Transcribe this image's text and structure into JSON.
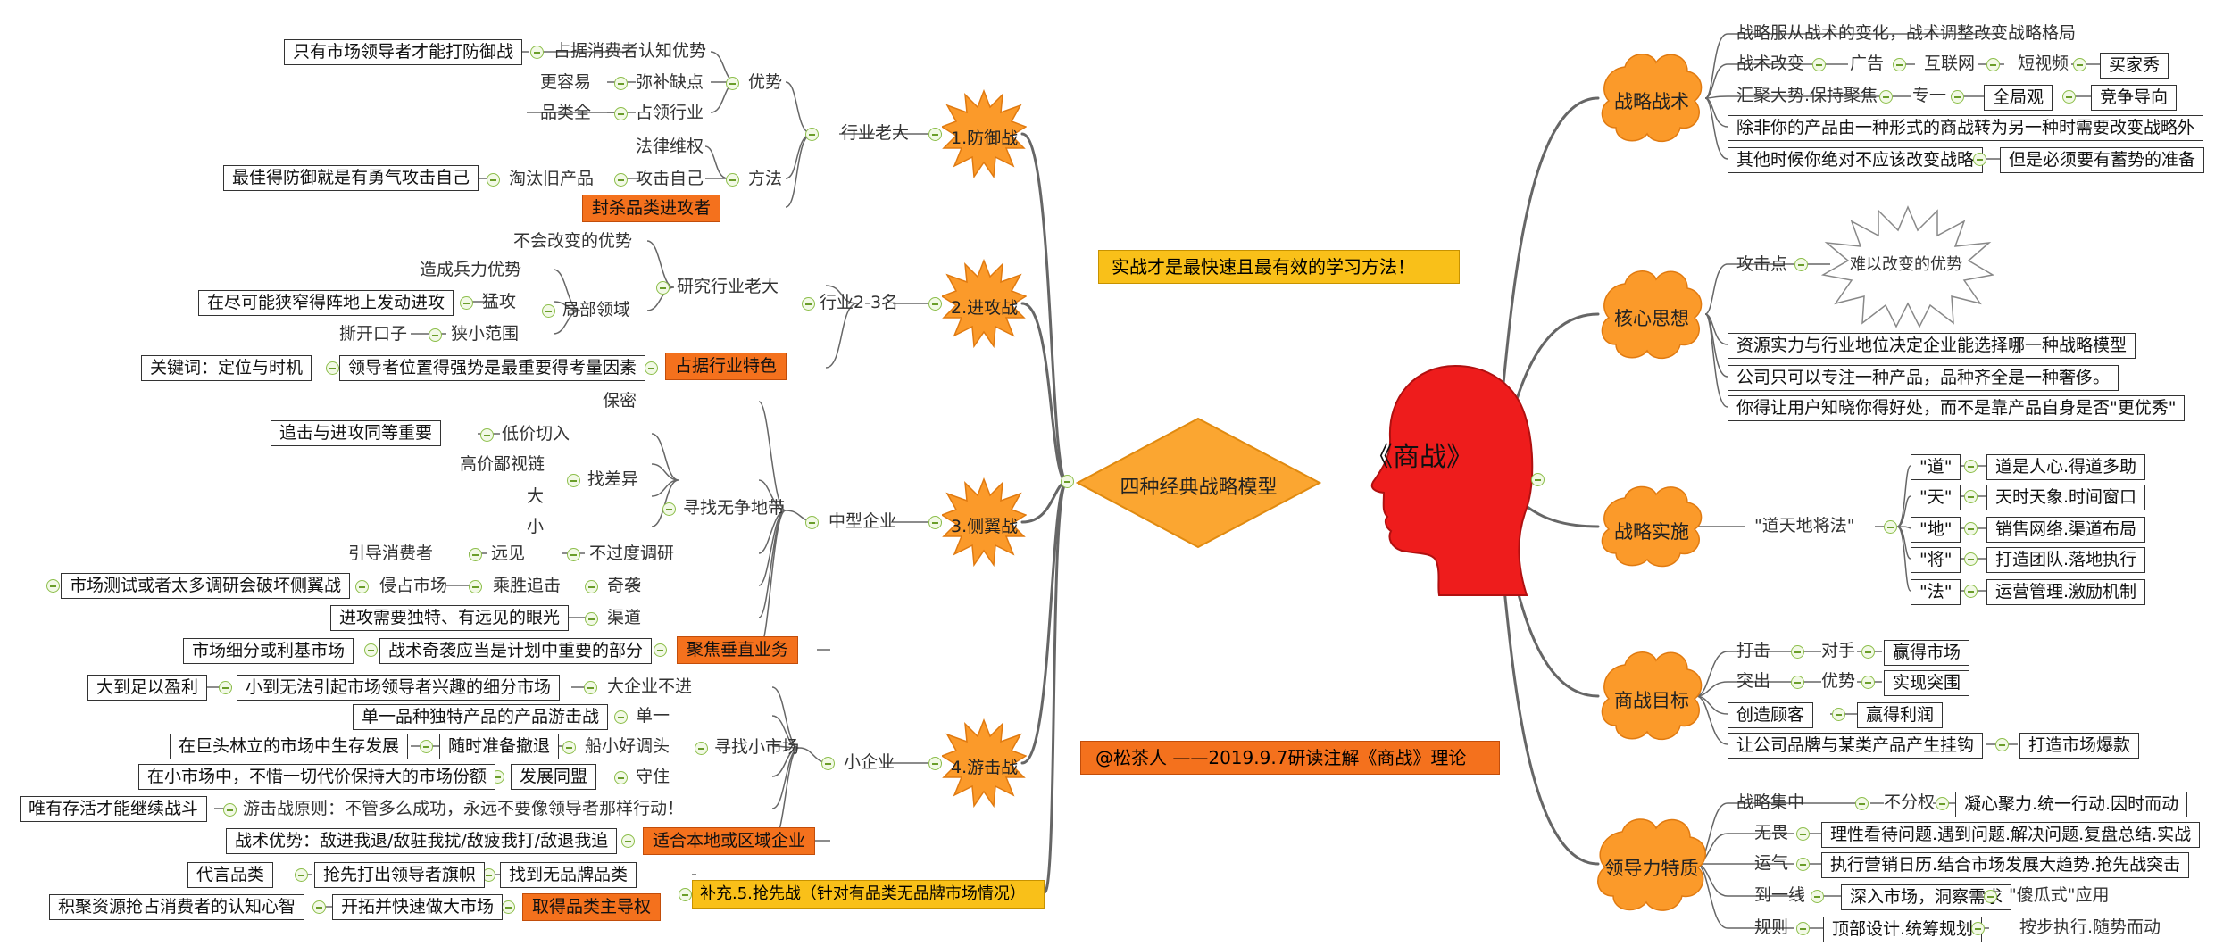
{
  "center": {
    "title": "《商战》"
  },
  "hub": {
    "label": "四种经典战略模型"
  },
  "notes": {
    "yellow": "实战才是最快速且最有效的学习方法！",
    "orange": "@松茶人 ——2019.9.7研读注解《商战》理论"
  },
  "right": {
    "strategy": {
      "title": "战略战术",
      "r1": "战略服从战术的变化，战术调整改变战略格局",
      "r2a": "战术改变",
      "r2b": "广告",
      "r2c": "互联网",
      "r2d": "短视频",
      "r2e": "买家秀",
      "r3a": "汇聚大势.保持聚焦",
      "r3b": "专一",
      "r3c": "全局观",
      "r3d": "竞争导向",
      "r4": "除非你的产品由一种形式的商战转为另一种时需要改变战略外",
      "r5a": "其他时候你绝对不应该改变战略",
      "r5b": "但是必须要有蓄势的准备"
    },
    "core": {
      "title": "核心思想",
      "attack": "攻击点",
      "star": "难以改变的优势",
      "c1": "资源实力与行业地位决定企业能选择哪一种战略模型",
      "c2": "公司只可以专注一种产品，品种齐全是一种奢侈。",
      "c3": "你得让用户知晓你得好处，而不是靠产品自身是否\"更优秀\""
    },
    "impl": {
      "title": "战略实施",
      "mid": "\"道天地将法\"",
      "k1": "\"道\"",
      "v1": "道是人心.得道多助",
      "k2": "\"天\"",
      "v2": "天时天象.时间窗口",
      "k3": "\"地\"",
      "v3": "销售网络.渠道布局",
      "k4": "\"将\"",
      "v4": "打造团队.落地执行",
      "k5": "\"法\"",
      "v5": "运营管理.激励机制"
    },
    "goal": {
      "title": "商战目标",
      "g1a": "打击",
      "g1b": "对手",
      "g1c": "赢得市场",
      "g2a": "突出",
      "g2b": "优势",
      "g2c": "实现突围",
      "g3a": "创造顾客",
      "g3b": "赢得利润",
      "g4a": "让公司品牌与某类产品产生挂钩",
      "g4b": "打造市场爆款"
    },
    "lead": {
      "title": "领导力特质",
      "l1a": "战略集中",
      "l1b": "不分权",
      "l1c": "凝心聚力.统一行动.因时而动",
      "l2a": "无畏",
      "l2b": "理性看待问题.遇到问题.解决问题.复盘总结.实战",
      "l3a": "运气",
      "l3b": "执行营销日历.结合市场发展大趋势.抢先战突击",
      "l4a": "到一线",
      "l4b": "深入市场，洞察需求",
      "l4c": "\"傻瓜式\"应用",
      "l5a": "规则",
      "l5b": "顶部设计.统筹规划",
      "l5c": "按步执行.随势而动"
    }
  },
  "left": {
    "defense": {
      "title": "1.防御战",
      "mid": "行业老大",
      "adv": "优势",
      "a1": "占据消费者认知优势",
      "a1b": "只有市场领导者才能打防御战",
      "a2": "弥补缺点",
      "a2b": "更容易",
      "a3": "占领行业",
      "a3b": "品类全",
      "method": "方法",
      "m1": "法律维权",
      "m2": "攻击自己",
      "m2b": "淘汰旧产品",
      "m2c": "最佳得防御就是有勇气攻击自己",
      "hl": "封杀品类进攻者"
    },
    "offense": {
      "title": "2.进攻战",
      "mid": "行业2-3名",
      "study": "研究行业老大",
      "s1": "不会改变的优势",
      "local": "局部领域",
      "s2": "造成兵力优势",
      "s3": "猛攻",
      "s3b": "在尽可能狭窄得阵地上发动进攻",
      "s4": "狭小范围",
      "s4b": "撕开口子",
      "hl": "占据行业特色",
      "h1": "领导者位置得强势是最重要得考量因素",
      "h2": "关键词：定位与时机"
    },
    "flank": {
      "title": "3.侧翼战",
      "mid": "中型企业",
      "find": "寻找无争地带",
      "secret": "保密",
      "diff": "找差异",
      "d1": "低价切入",
      "d1b": "追击与进攻同等重要",
      "d2": "高价鄙视链",
      "d3": "大",
      "d4": "小",
      "noover": "不过度调研",
      "lead": "远见",
      "leadb": "引导消费者",
      "surprise": "奇袭",
      "chase": "乘胜追击",
      "occupy": "侵占市场",
      "test": "市场测试或者太多调研会破坏侧翼战",
      "channel": "渠道",
      "channelb": "进攻需要独特、有远见的眼光",
      "hl": "聚焦垂直业务",
      "h1": "战术奇袭应当是计划中重要的部分",
      "h2": "市场细分或利基市场"
    },
    "guerrilla": {
      "title": "4.游击战",
      "mid": "小企业",
      "small": "寻找小市场",
      "big": "大企业不进",
      "bigb": "小到无法引起市场领导者兴趣的细分市场",
      "bigc": "大到足以盈利",
      "single": "单一",
      "singleb": "单一品种独特产品的产品游击战",
      "boat": "船小好调头",
      "boatb": "随时准备撤退",
      "boatc": "在巨头林立的市场中生存发展",
      "keep": "守住",
      "keepb": "发展同盟",
      "keepc": "在小市场中，不惜一切代价保持大的市场份额",
      "rule": "游击战原则：不管多么成功，永远不要像领导者那样行动！",
      "ruleb": "唯有存活才能继续战斗",
      "hl": "适合本地或区域企业",
      "h1": "战术优势：敌进我退/敌驻我扰/敌疲我打/敌退我追"
    },
    "preempt": {
      "title": "补充.5.抢先战（针对有品类无品牌市场情况）",
      "f1": "找到无品牌品类",
      "f1b": "抢先打出领导者旗帜",
      "f1c": "代言品类",
      "hl": "取得品类主导权",
      "h1": "开拓并快速做大市场",
      "h2": "积聚资源抢占消费者的认知心智"
    }
  },
  "colors": {
    "orange": "#fb9a2a",
    "hub": "#fba631",
    "head": "#ee1c1c",
    "highlight": "#f4711d",
    "yellow": "#f9c019",
    "line": "#6b6b6b"
  }
}
